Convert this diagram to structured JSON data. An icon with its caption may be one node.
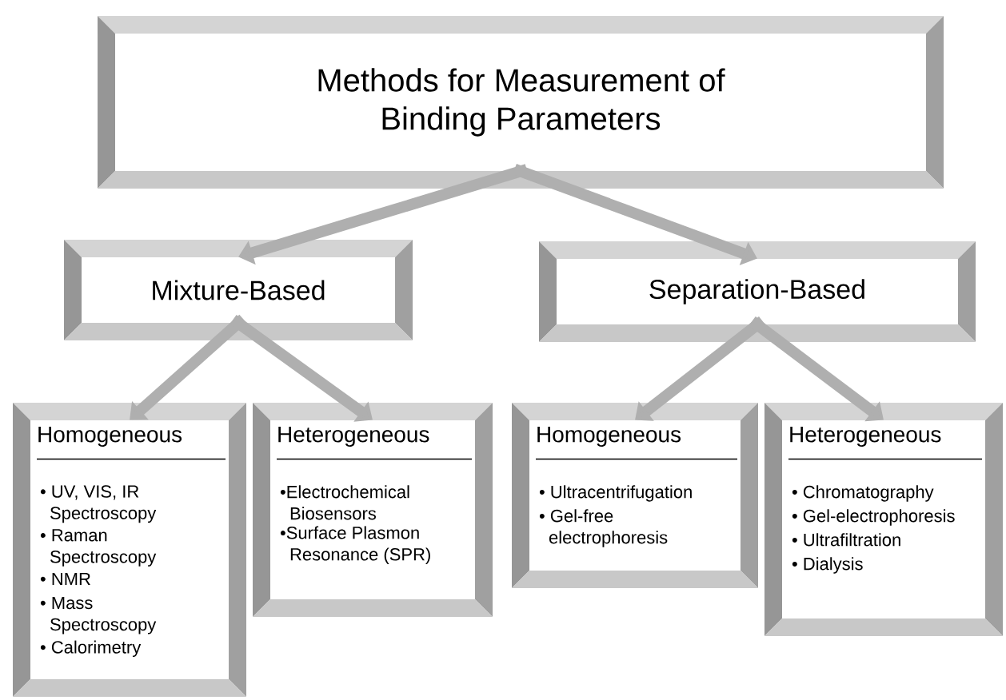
{
  "diagram": {
    "nodes": [
      {
        "text": [
          "Methods for Measurement of Binding Parameters"
        ]
      },
      {
        "text": [
          "Mixture-Based"
        ]
      },
      {
        "text": [
          "Separation-Based"
        ]
      },
      {
        "text": [
          "Homogeneous",
          "• UV, VIS, IR Spectroscopy",
          "• Raman Spectroscopy",
          "• NMR",
          "• Mass Spectroscopy",
          "• Calorimetry"
        ]
      },
      {
        "text": [
          "Heterogeneous",
          "•Electrochemical Biosensors",
          "•Surface Plasmon Resonance (SPR)"
        ]
      },
      {
        "text": [
          "Homogeneous",
          "• Ultracentrifugation",
          "• Gel-free electrophoresis"
        ]
      },
      {
        "text": [
          "Heterogeneous",
          "• Chromatography",
          "• Gel-electrophoresis",
          "• Ultrafiltration",
          "• Dialysis"
        ]
      }
    ],
    "edges": [
      {
        "from": 0,
        "to": 1,
        "arrow": "to"
      },
      {
        "from": 0,
        "to": 2,
        "arrow": "to"
      },
      {
        "from": 1,
        "to": 3,
        "arrow": "to"
      },
      {
        "from": 1,
        "to": 4,
        "arrow": "to"
      },
      {
        "from": 2,
        "to": 5,
        "arrow": "to"
      },
      {
        "from": 2,
        "to": 6,
        "arrow": "to"
      }
    ]
  }
}
